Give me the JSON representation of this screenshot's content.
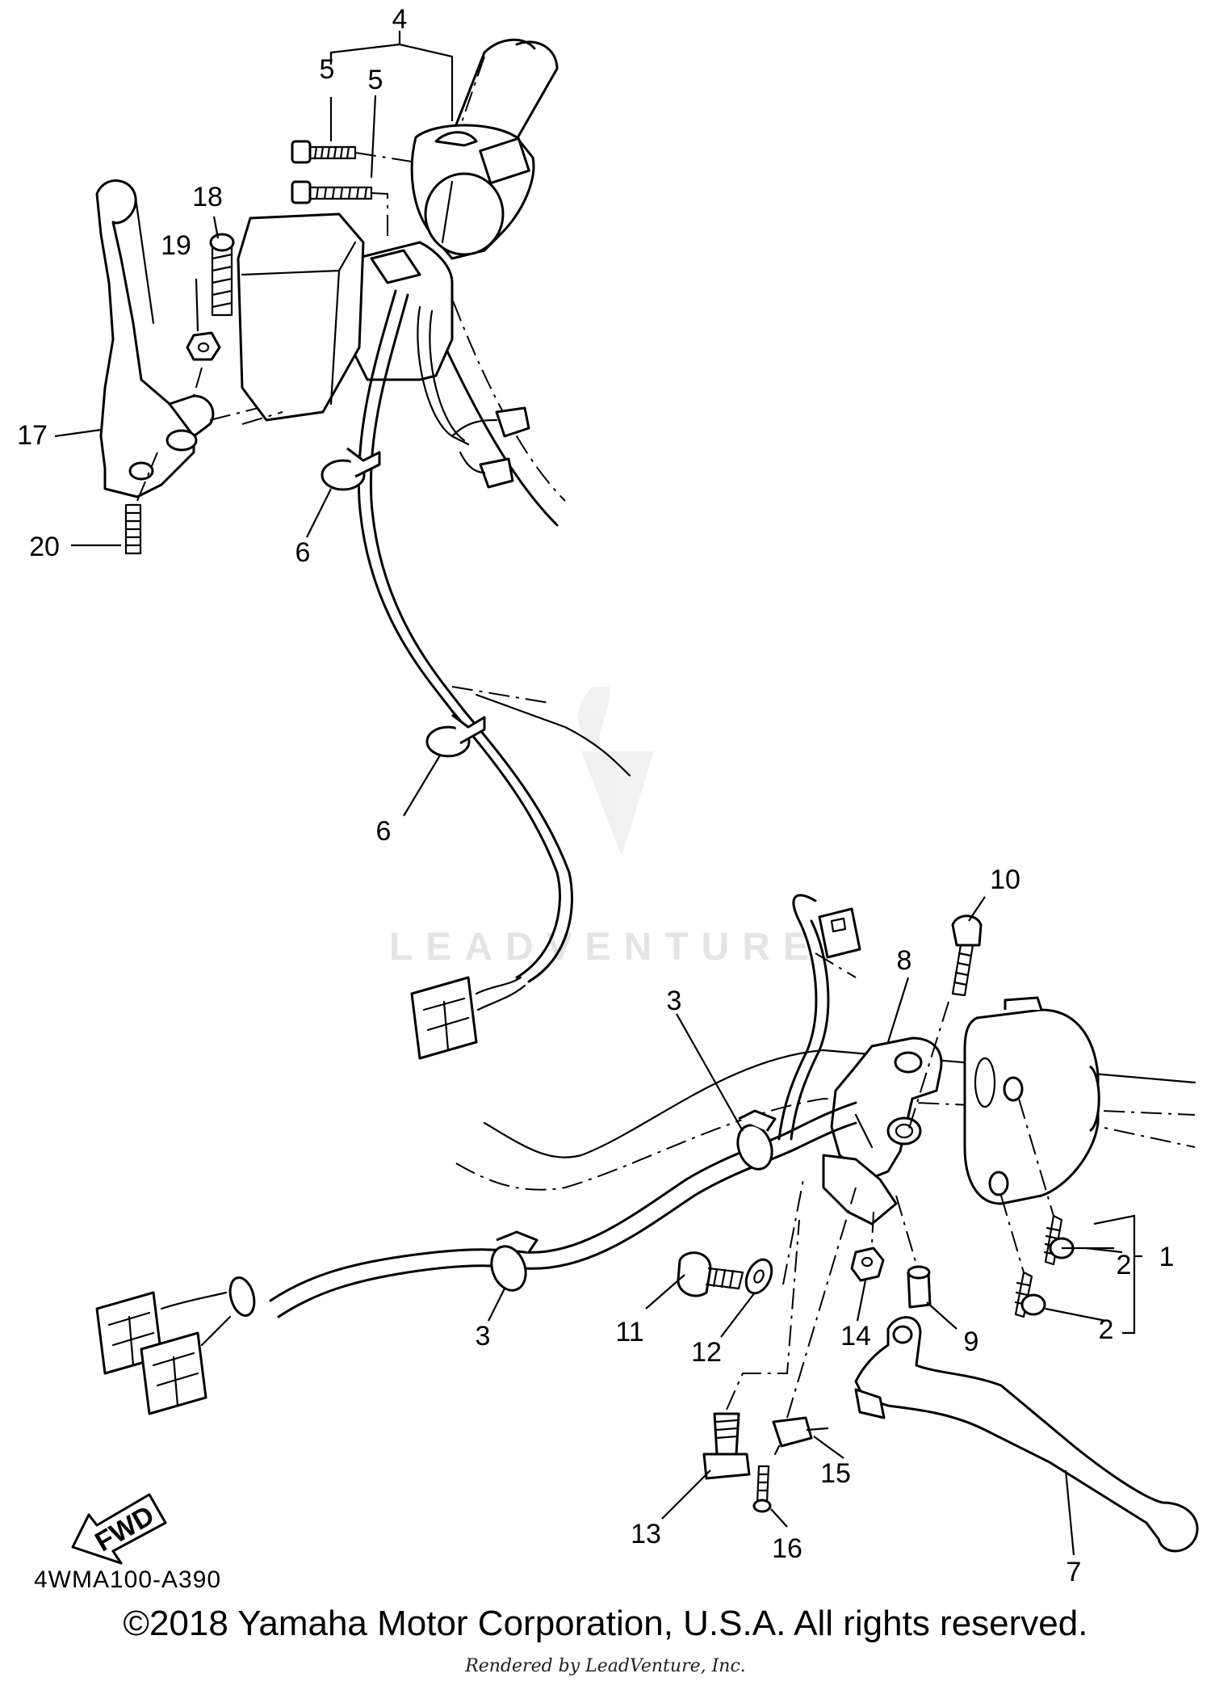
{
  "diagram": {
    "part_callouts": [
      "1",
      "2",
      "2",
      "3",
      "3",
      "4",
      "5",
      "5",
      "6",
      "6",
      "7",
      "8",
      "9",
      "10",
      "11",
      "12",
      "13",
      "14",
      "15",
      "16",
      "17",
      "18",
      "19",
      "20"
    ],
    "direction_arrow_label": "FWD",
    "watermark": "LEADVENTURE",
    "diagram_code": "4WMA100-A390",
    "copyright": "©2018 Yamaha Motor Corporation, U.S.A. All rights reserved.",
    "render_credit": "Rendered by LeadVenture, Inc."
  }
}
